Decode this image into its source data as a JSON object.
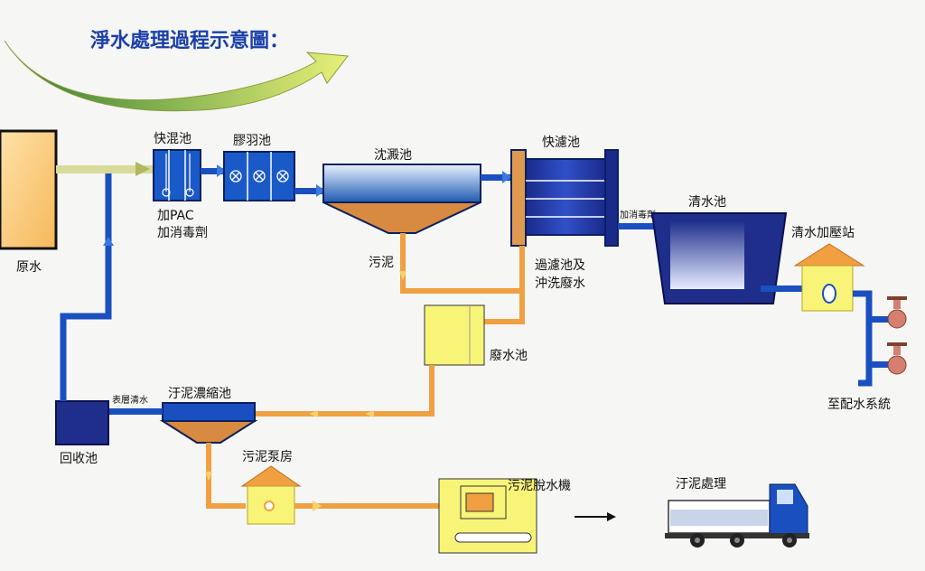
{
  "title": "淨水處理過程示意圖：",
  "labels": {
    "raw_water": "原水",
    "rapid_mix": "快混池",
    "flocculation": "膠羽池",
    "add_pac": "加PAC",
    "add_disinfectant": "加消毒劑",
    "sedimentation": "沈澱池",
    "sludge": "污泥",
    "rapid_filter": "快濾池",
    "filter_wash_line1": "過濾池及",
    "filter_wash_line2": "沖洗廢水",
    "add_disinfectant_pipe": "加消毒劑",
    "clear_well": "清水池",
    "booster_station": "清水加壓站",
    "to_distribution": "至配水系統",
    "waste_tank": "廢水池",
    "thickener": "汙泥濃縮池",
    "supernatant": "表層清水",
    "recovery_tank": "回收池",
    "sludge_pump": "污泥泵房",
    "dewatering": "污泥脫水機",
    "sludge_disposal": "汙泥處理"
  },
  "colors": {
    "clean_pipe": "#1a4fc0",
    "raw_pipe": "#d8dc9a",
    "sludge_pipe": "#f0a040",
    "tank_blue": "#1e3aa0",
    "yellow_box": "#f8f478",
    "title_blue": "#1a3fa8"
  },
  "icons": [
    "arrow-swoosh-icon",
    "mixer-icon",
    "valve-icon",
    "truck-icon",
    "right-arrow-icon"
  ]
}
